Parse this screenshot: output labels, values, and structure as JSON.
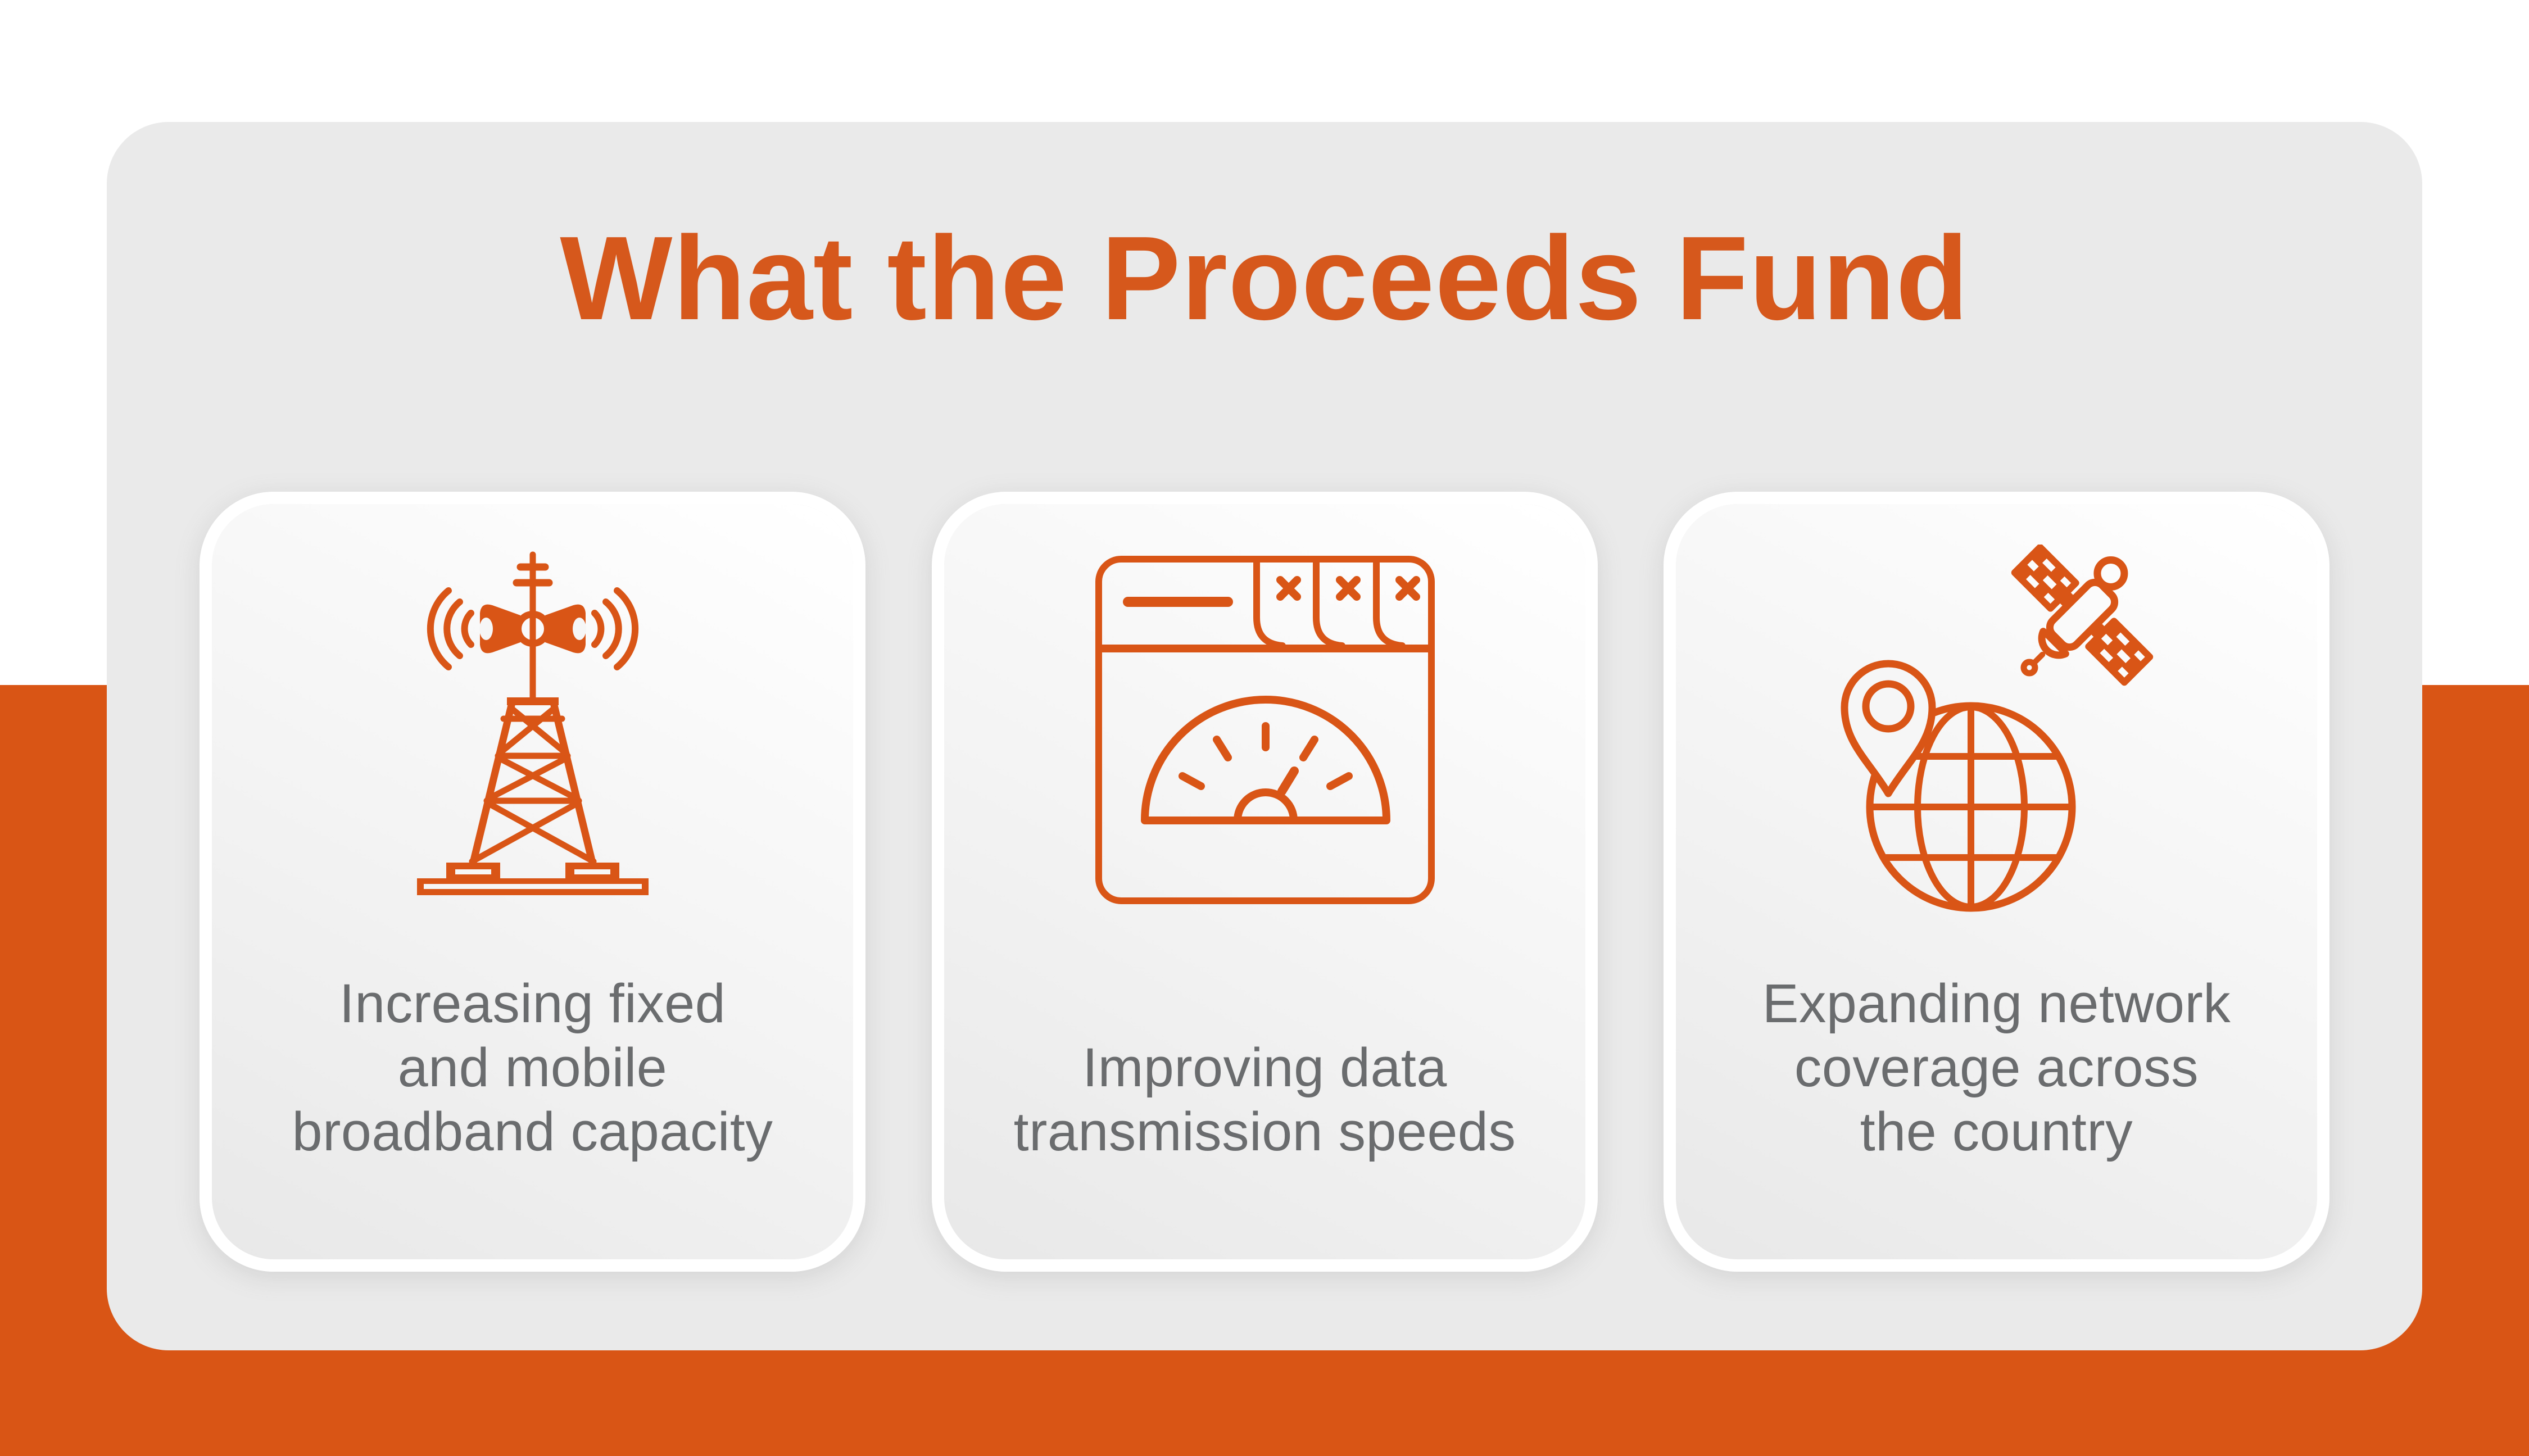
{
  "title": "What the Proceeds Fund",
  "cards": [
    {
      "icon": "radio-tower-icon",
      "label": "Increasing fixed\nand mobile\nbroadband capacity"
    },
    {
      "icon": "speed-test-browser-icon",
      "label": "Improving data\ntransmission speeds"
    },
    {
      "icon": "globe-satellite-icon",
      "label": "Expanding network\ncoverage across\nthe country"
    }
  ],
  "colors": {
    "accent": "#D95516",
    "title": "#D6581C",
    "graytext": "#6A6C6E",
    "panel": "#EAEAEA",
    "band": "#D95515",
    "cardborder": "#FFFFFF"
  }
}
